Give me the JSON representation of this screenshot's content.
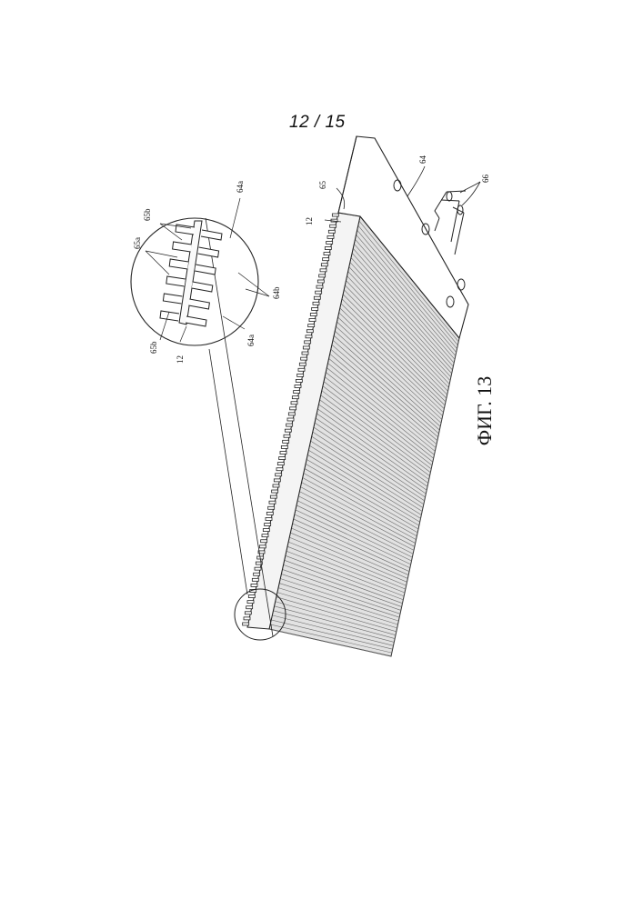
{
  "page": {
    "number": "12 / 15"
  },
  "figure": {
    "caption": "ФИГ. 13"
  },
  "labels": {
    "main_65": "65",
    "main_64": "64",
    "main_12": "12",
    "main_66": "66",
    "detail_65a": "65a",
    "detail_65b_top": "65b",
    "detail_64a_top": "64a",
    "detail_64b": "64b",
    "detail_64a_bottom": "64a",
    "detail_12": "12",
    "detail_65b_bottom": "65b"
  }
}
